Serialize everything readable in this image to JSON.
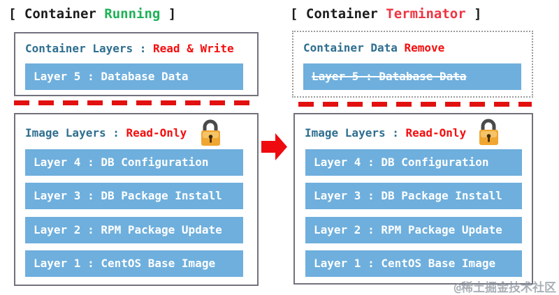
{
  "colors": {
    "bar_blue": "#6eafdd",
    "header_teal": "#2e6e8f",
    "alert_red": "#f50d0d",
    "running_green": "#1fb157",
    "terminator_red": "#ef3341",
    "box_border_gray": "#72727e",
    "arrow_red": "#ee0a0e",
    "dash_red": "#e31010",
    "lock_gold": "#f0a632"
  },
  "left_panel": {
    "title": {
      "prefix": "[ Container ",
      "highlight": "Running",
      "suffix": " ]"
    },
    "container_box": {
      "label": "Container Layers :",
      "status": "Read & Write",
      "layers": [
        "Layer 5 : Database Data"
      ]
    },
    "image_box": {
      "label": "Image Layers :",
      "status": "Read-Only",
      "lock_icon": "padlock",
      "layers": [
        "Layer 4 : DB Configuration",
        "Layer 3 : DB Package Install",
        "Layer 2 : RPM Package Update",
        "Layer 1 : CentOS Base Image"
      ]
    }
  },
  "right_panel": {
    "title": {
      "prefix": "[ Container ",
      "highlight": "Terminator",
      "suffix": " ]"
    },
    "container_box": {
      "label": "Container Data",
      "status": "Remove",
      "layers": [
        "Layer 5 : Database Data"
      ],
      "layer_removed": true
    },
    "image_box": {
      "label": "Image Layers :",
      "status": "Read-Only",
      "lock_icon": "padlock",
      "layers": [
        "Layer 4 : DB Configuration",
        "Layer 3 : DB Package Install",
        "Layer 2 : RPM Package Update",
        "Layer 1 : CentOS Base Image"
      ]
    }
  },
  "transition": {
    "arrow_icon": "right-block-arrow"
  },
  "watermark": "@稀土掘金技术社区"
}
